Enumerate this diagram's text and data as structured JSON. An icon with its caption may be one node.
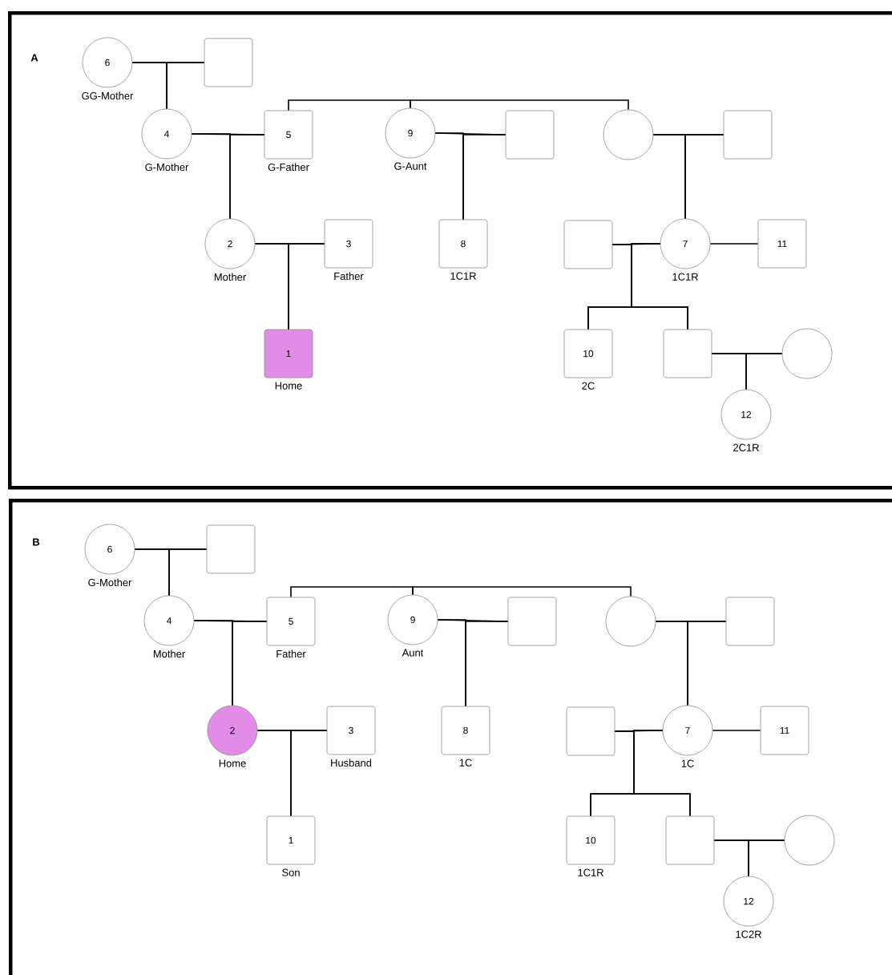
{
  "diagram": {
    "nodes": [
      {
        "text": [
          "A"
        ]
      },
      {
        "text": [
          "6"
        ],
        "beside": [
          "GG-Mother"
        ],
        "in": 0
      },
      {
        "text": [],
        "shape": "box",
        "in": 0
      },
      {
        "text": [
          "4"
        ],
        "beside": [
          "G-Mother"
        ],
        "in": 0
      },
      {
        "text": [
          "5"
        ],
        "beside": [
          "G-Father"
        ],
        "in": 0
      },
      {
        "text": [
          "9"
        ],
        "beside": [
          "G-Aunt"
        ],
        "in": 0
      },
      {
        "text": [],
        "shape": "box",
        "in": 0
      },
      {
        "text": [],
        "shape": "circle",
        "in": 0
      },
      {
        "text": [],
        "shape": "box",
        "in": 0
      },
      {
        "text": [
          "2"
        ],
        "beside": [
          "Mother"
        ],
        "in": 0
      },
      {
        "text": [
          "3"
        ],
        "beside": [
          "Father"
        ],
        "in": 0
      },
      {
        "text": [
          "8"
        ],
        "beside": [
          "1C1R"
        ],
        "in": 0
      },
      {
        "text": [],
        "shape": "box",
        "in": 0
      },
      {
        "text": [
          "7"
        ],
        "beside": [
          "1C1R"
        ],
        "in": 0
      },
      {
        "text": [
          "11"
        ],
        "in": 0
      },
      {
        "text": [
          "1"
        ],
        "beside": [
          "Home"
        ],
        "in": 0
      },
      {
        "text": [
          "10"
        ],
        "beside": [
          "2C"
        ],
        "in": 0
      },
      {
        "text": [],
        "shape": "box",
        "in": 0
      },
      {
        "text": [],
        "shape": "circle",
        "in": 0
      },
      {
        "text": [
          "12"
        ],
        "beside": [
          "2C1R"
        ],
        "in": 0
      },
      {
        "text": [
          "B"
        ]
      },
      {
        "text": [
          "6"
        ],
        "beside": [
          "G-Mother"
        ],
        "in": 20
      },
      {
        "text": [],
        "shape": "box",
        "in": 20
      },
      {
        "text": [
          "4"
        ],
        "beside": [
          "Mother"
        ],
        "in": 20
      },
      {
        "text": [
          "5"
        ],
        "beside": [
          "Father"
        ],
        "in": 20
      },
      {
        "text": [
          "9"
        ],
        "beside": [
          "Aunt"
        ],
        "in": 20
      },
      {
        "text": [],
        "shape": "box",
        "in": 20
      },
      {
        "text": [],
        "shape": "circle",
        "in": 20
      },
      {
        "text": [],
        "shape": "box",
        "in": 20
      },
      {
        "text": [
          "2"
        ],
        "beside": [
          "Home"
        ],
        "in": 20
      },
      {
        "text": [
          "3"
        ],
        "beside": [
          "Husband"
        ],
        "in": 20
      },
      {
        "text": [
          "8"
        ],
        "beside": [
          "1C"
        ],
        "in": 20
      },
      {
        "text": [],
        "shape": "box",
        "in": 20
      },
      {
        "text": [
          "7"
        ],
        "beside": [
          "1C"
        ],
        "in": 20
      },
      {
        "text": [
          "11"
        ],
        "in": 20
      },
      {
        "text": [
          "1"
        ],
        "beside": [
          "Son"
        ],
        "in": 20
      },
      {
        "text": [
          "10"
        ],
        "beside": [
          "1C1R"
        ],
        "in": 20
      },
      {
        "text": [],
        "shape": "box",
        "in": 20
      },
      {
        "text": [],
        "shape": "circle",
        "in": 20
      },
      {
        "text": [
          "12"
        ],
        "beside": [
          "1C2R"
        ],
        "in": 20
      }
    ],
    "edges": [
      {
        "from": 1,
        "to": 2,
        "arrow": "none"
      },
      {
        "from": 3,
        "to": 4,
        "arrow": "none"
      },
      {
        "from": 5,
        "to": 6,
        "arrow": "none"
      },
      {
        "from": 7,
        "to": 8,
        "arrow": "none"
      },
      {
        "from": 4,
        "to": 5,
        "arrow": "none"
      },
      {
        "from": 5,
        "to": 7,
        "arrow": "none"
      },
      {
        "from": 1,
        "to": 3,
        "arrow": "none"
      },
      {
        "from": 2,
        "to": 3,
        "arrow": "none"
      },
      {
        "from": 9,
        "to": 10,
        "arrow": "none"
      },
      {
        "from": 3,
        "to": 9,
        "arrow": "none"
      },
      {
        "from": 4,
        "to": 9,
        "arrow": "none"
      },
      {
        "from": 5,
        "to": 11,
        "arrow": "none"
      },
      {
        "from": 6,
        "to": 11,
        "arrow": "none"
      },
      {
        "from": 7,
        "to": 13,
        "arrow": "none"
      },
      {
        "from": 8,
        "to": 13,
        "arrow": "none"
      },
      {
        "from": 12,
        "to": 13,
        "arrow": "none"
      },
      {
        "from": 13,
        "to": 14,
        "arrow": "none"
      },
      {
        "from": 9,
        "to": 15,
        "arrow": "none"
      },
      {
        "from": 10,
        "to": 15,
        "arrow": "none"
      },
      {
        "from": 12,
        "to": 16,
        "arrow": "none"
      },
      {
        "from": 13,
        "to": 16,
        "arrow": "none"
      },
      {
        "from": 12,
        "to": 17,
        "arrow": "none"
      },
      {
        "from": 13,
        "to": 17,
        "arrow": "none"
      },
      {
        "from": 17,
        "to": 18,
        "arrow": "none"
      },
      {
        "from": 17,
        "to": 19,
        "arrow": "none"
      },
      {
        "from": 18,
        "to": 19,
        "arrow": "none"
      },
      {
        "from": 21,
        "to": 22,
        "arrow": "none"
      },
      {
        "from": 23,
        "to": 24,
        "arrow": "none"
      },
      {
        "from": 25,
        "to": 26,
        "arrow": "none"
      },
      {
        "from": 27,
        "to": 28,
        "arrow": "none"
      },
      {
        "from": 24,
        "to": 25,
        "arrow": "none"
      },
      {
        "from": 25,
        "to": 27,
        "arrow": "none"
      },
      {
        "from": 21,
        "to": 23,
        "arrow": "none"
      },
      {
        "from": 22,
        "to": 23,
        "arrow": "none"
      },
      {
        "from": 29,
        "to": 30,
        "arrow": "none"
      },
      {
        "from": 23,
        "to": 29,
        "arrow": "none"
      },
      {
        "from": 24,
        "to": 29,
        "arrow": "none"
      },
      {
        "from": 25,
        "to": 31,
        "arrow": "none"
      },
      {
        "from": 26,
        "to": 31,
        "arrow": "none"
      },
      {
        "from": 27,
        "to": 33,
        "arrow": "none"
      },
      {
        "from": 28,
        "to": 33,
        "arrow": "none"
      },
      {
        "from": 32,
        "to": 33,
        "arrow": "none"
      },
      {
        "from": 33,
        "to": 34,
        "arrow": "none"
      },
      {
        "from": 29,
        "to": 35,
        "arrow": "none"
      },
      {
        "from": 30,
        "to": 35,
        "arrow": "none"
      },
      {
        "from": 32,
        "to": 36,
        "arrow": "none"
      },
      {
        "from": 33,
        "to": 36,
        "arrow": "none"
      },
      {
        "from": 32,
        "to": 37,
        "arrow": "none"
      },
      {
        "from": 33,
        "to": 37,
        "arrow": "none"
      },
      {
        "from": 37,
        "to": 38,
        "arrow": "none"
      },
      {
        "from": 37,
        "to": 39,
        "arrow": "none"
      },
      {
        "from": 38,
        "to": 39,
        "arrow": "none"
      }
    ]
  }
}
